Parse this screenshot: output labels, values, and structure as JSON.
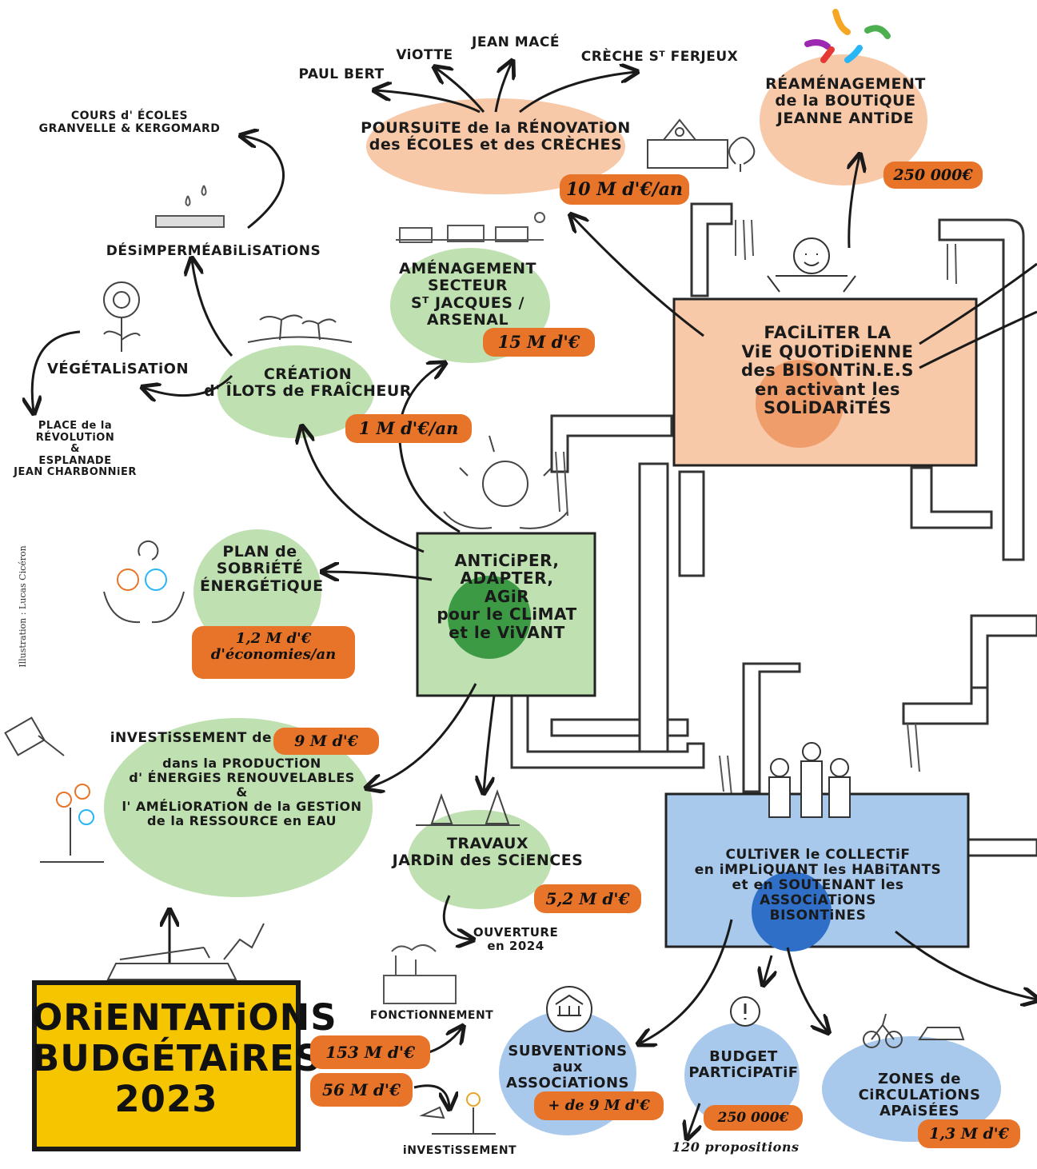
{
  "credit": "Illustration : Lucas Cicéron",
  "title": {
    "line1": "ORiENTATiONS",
    "line2": "BUDGÉTAiRES",
    "line3": "2023"
  },
  "hubs": {
    "quotidien": "FACiLiTER LA\nViE QUOTiDiENNE\ndes BISONTiN.E.S\nen activant les\nSOLiDARiTÉS",
    "climat": "ANTiCiPER,\nADAPTER,\nAGiR\npour le CLiMAT\net le ViVANT",
    "collectif": "CULTiVER le COLLECTiF\nen iMPLiQUANT les HABiTANTS\net en SOUTENANT les ASSOCiATiONS\nBISONTiNES"
  },
  "topics": {
    "ecoles": {
      "label": "POURSUiTE de la RÉNOVATiON\ndes ÉCOLES et des CRÈCHES",
      "amount": "10 M d'€/an"
    },
    "ecole_list": [
      "PAUL BERT",
      "ViOTTE",
      "JEAN MACÉ",
      "CRÈCHE Sᵀ FERJEUX"
    ],
    "boutique": {
      "label": "RÉAMÉNAGEMENT\nde la BOUTiQUE\nJEANNE ANTiDE",
      "amount": "250 000€"
    },
    "arsenal": {
      "label": "AMÉNAGEMENT\nSECTEUR\nSᵀ JACQUES / ARSENAL",
      "amount": "15 M d'€"
    },
    "ilots": {
      "label": "CRÉATiON\nd' ÎLOTS de FRAÎCHEUR",
      "amount": "1 M d'€/an"
    },
    "desimper": "DÉSiMPERMÉABiLiSATiONS",
    "cours": "COURS d' ÉCOLES\nGRANVELLE & KERGOMARD",
    "vegetalisation": "VÉGÉTALiSATiON",
    "place": "PLACE de la\nRÉVOLUTiON\n&\nESPLANADE\nJEAN CHARBONNiER",
    "sobriete": {
      "label": "PLAN de\nSOBRiÉTÉ\nÉNERGÉTiQUE",
      "amount": "1,2 M d'€\nd'économies/an"
    },
    "investissement": {
      "prefix": "iNVESTiSSEMENT de",
      "amount": "9 M d'€",
      "label": "dans la PRODUCTiON\nd' ÉNERGiES RENOUVELABLES\n&\nl' AMÉLiORATiON de la GESTiON\nde la RESSOURCE en EAU"
    },
    "travaux": {
      "label": "TRAVAUX\nJARDiN des SCiENCES",
      "amount": "5,2 M d'€"
    },
    "ouverture": "OUVERTURE\nen 2024",
    "subventions": {
      "label": "SUBVENTiONS\naux ASSOCiATiONS",
      "amount": "+ de 9 M d'€"
    },
    "budget_part": {
      "label": "BUDGET\nPARTiCiPATiF",
      "amount": "250 000€",
      "note": "120 propositions"
    },
    "zones": {
      "label": "ZONES de CiRCULATiONS\nAPAiSÉES",
      "amount": "1,3 M d'€"
    }
  },
  "budget": {
    "fonctionnement_amount": "153 M d'€",
    "investissement_amount": "56 M d'€",
    "fonctionnement_label": "FONCTiONNEMENT",
    "investissement_label": "iNVESTiSSEMENT"
  },
  "colors": {
    "orange": "#e8742a",
    "peach": "#f7c9a8",
    "green": "#bfe0b0",
    "darkgreen": "#2f8f3a",
    "blue": "#9fc3e8",
    "darkblue": "#2f6fc8",
    "yellow": "#f5c500"
  }
}
